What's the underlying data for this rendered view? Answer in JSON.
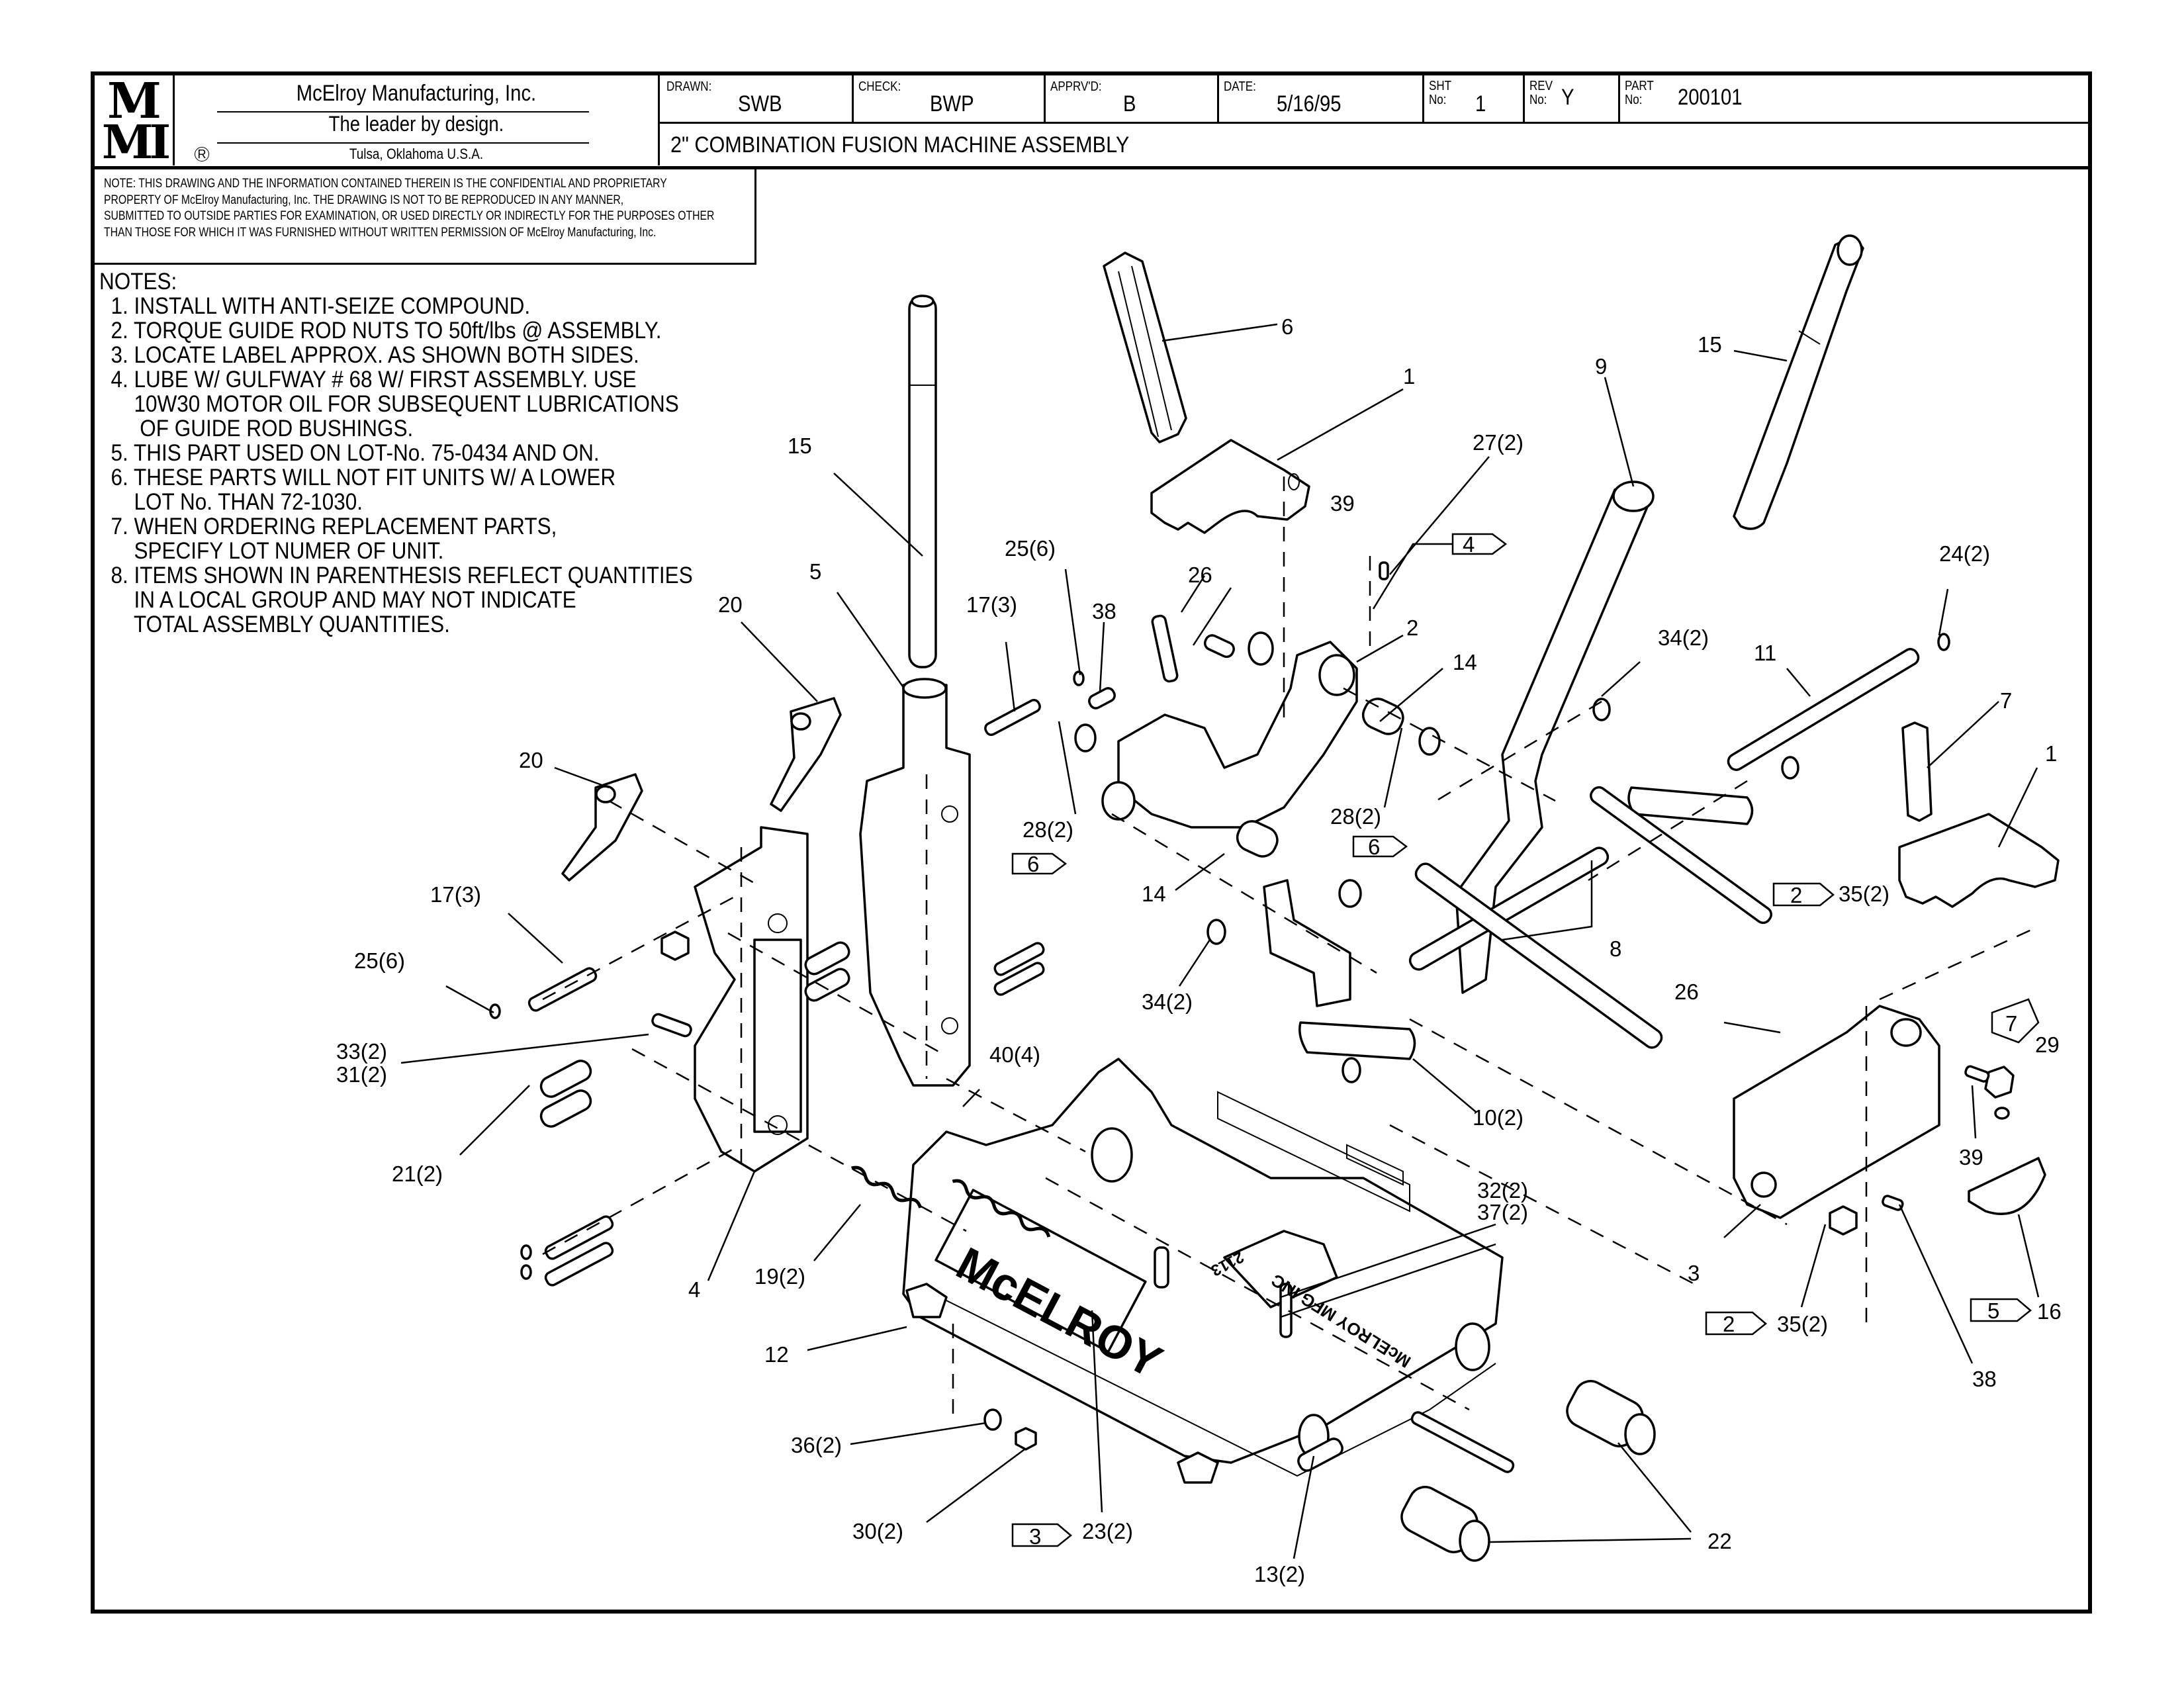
{
  "title_block": {
    "logo_line1": "M",
    "logo_line2": "MI",
    "company_name": "McElroy Manufacturing, Inc.",
    "slogan": "The leader by design.",
    "location": "Tulsa, Oklahoma U.S.A.",
    "registered_mark": "R",
    "drawn_label": "DRAWN:",
    "drawn_value": "SWB",
    "check_label": "CHECK:",
    "check_value": "BWP",
    "approved_label": "APPRV'D:",
    "approved_value": "B",
    "date_label": "DATE:",
    "date_value": "5/16/95",
    "sheet_label_1": "SHT",
    "sheet_label_2": "No:",
    "sheet_value": "1",
    "rev_label_1": "REV",
    "rev_label_2": "No:",
    "rev_value": "Y",
    "part_label_1": "PART",
    "part_label_2": "No:",
    "part_value": "200101",
    "drawing_title": "2\" COMBINATION FUSION MACHINE ASSEMBLY"
  },
  "confidentiality_note": [
    "NOTE: THIS DRAWING AND THE INFORMATION CONTAINED THEREIN IS THE CONFIDENTIAL AND PROPRIETARY",
    "PROPERTY OF McElroy Manufacturing, Inc. THE DRAWING IS NOT TO BE REPRODUCED IN ANY MANNER,",
    "SUBMITTED TO OUTSIDE PARTIES FOR EXAMINATION, OR USED DIRECTLY OR INDIRECTLY FOR THE PURPOSES OTHER",
    "THAN THOSE FOR WHICH IT WAS FURNISHED WITHOUT WRITTEN PERMISSION OF McElroy Manufacturing, Inc."
  ],
  "notes": {
    "heading": "NOTES:",
    "lines": [
      "  1. INSTALL WITH ANTI-SEIZE COMPOUND.",
      "  2. TORQUE GUIDE ROD NUTS TO 50ft/lbs @ ASSEMBLY.",
      "  3. LOCATE LABEL APPROX. AS SHOWN BOTH SIDES.",
      "  4. LUBE W/ GULFWAY # 68 W/ FIRST ASSEMBLY. USE",
      "      10W30 MOTOR OIL FOR SUBSEQUENT LUBRICATIONS",
      "       OF GUIDE ROD BUSHINGS.",
      "  5. THIS PART USED ON LOT-No. 75-0434 AND ON.",
      "  6. THESE PARTS WILL NOT FIT UNITS W/ A LOWER",
      "      LOT No. THAN 72-1030.",
      "  7. WHEN ORDERING REPLACEMENT PARTS,",
      "      SPECIFY LOT NUMER OF UNIT.",
      "  8. ITEMS SHOWN IN PARENTHESIS REFLECT QUANTITIES",
      "      IN A LOCAL GROUP AND MAY NOT INDICATE",
      "      TOTAL ASSEMBLY QUANTITIES."
    ]
  },
  "drawing": {
    "machine_label": "McELROY",
    "casting_mark": "2113",
    "side_mark": "McELROY MFG INC",
    "callouts": [
      {
        "id": "c6",
        "text": "6"
      },
      {
        "id": "c1a",
        "text": "1"
      },
      {
        "id": "c27",
        "text": "27(2)"
      },
      {
        "id": "c9",
        "text": "9"
      },
      {
        "id": "c15r",
        "text": "15"
      },
      {
        "id": "c24",
        "text": "24(2)"
      },
      {
        "id": "c15l",
        "text": "15"
      },
      {
        "id": "c39a",
        "text": "39"
      },
      {
        "id": "c26a",
        "text": "26"
      },
      {
        "id": "c2",
        "text": "2"
      },
      {
        "id": "c14a",
        "text": "14"
      },
      {
        "id": "c34a",
        "text": "34(2)"
      },
      {
        "id": "c11",
        "text": "11"
      },
      {
        "id": "c7",
        "text": "7"
      },
      {
        "id": "c1b",
        "text": "1"
      },
      {
        "id": "c25a",
        "text": "25(6)"
      },
      {
        "id": "c5",
        "text": "5"
      },
      {
        "id": "c17a",
        "text": "17(3)"
      },
      {
        "id": "c38a",
        "text": "38"
      },
      {
        "id": "c20a",
        "text": "20"
      },
      {
        "id": "c20b",
        "text": "20"
      },
      {
        "id": "c28a",
        "text": "28(2)"
      },
      {
        "id": "c28b",
        "text": "28(2)"
      },
      {
        "id": "c14b",
        "text": "14"
      },
      {
        "id": "c35a",
        "text": "35(2)"
      },
      {
        "id": "c17b",
        "text": "17(3)"
      },
      {
        "id": "c25b",
        "text": "25(6)"
      },
      {
        "id": "c34b",
        "text": "34(2)"
      },
      {
        "id": "c8",
        "text": "8"
      },
      {
        "id": "c26b",
        "text": "26"
      },
      {
        "id": "c7f",
        "text": "29"
      },
      {
        "id": "c33",
        "text": "33(2)"
      },
      {
        "id": "c31",
        "text": "31(2)"
      },
      {
        "id": "c40",
        "text": "40(4)"
      },
      {
        "id": "c10",
        "text": "10(2)"
      },
      {
        "id": "c39b",
        "text": "39"
      },
      {
        "id": "c21",
        "text": "21(2)"
      },
      {
        "id": "c32",
        "text": "32(2)"
      },
      {
        "id": "c37",
        "text": "37(2)"
      },
      {
        "id": "c3",
        "text": "3"
      },
      {
        "id": "c16",
        "text": "16"
      },
      {
        "id": "c4",
        "text": "4"
      },
      {
        "id": "c19",
        "text": "19(2)"
      },
      {
        "id": "c35b",
        "text": "35(2)"
      },
      {
        "id": "c38b",
        "text": "38"
      },
      {
        "id": "c12",
        "text": "12"
      },
      {
        "id": "c36",
        "text": "36(2)"
      },
      {
        "id": "c30",
        "text": "30(2)"
      },
      {
        "id": "c23",
        "text": "23(2)"
      },
      {
        "id": "c22",
        "text": "22"
      },
      {
        "id": "c13",
        "text": "13(2)"
      }
    ],
    "note_flags": [
      {
        "id": "f4",
        "text": "4"
      },
      {
        "id": "f6a",
        "text": "6"
      },
      {
        "id": "f6b",
        "text": "6"
      },
      {
        "id": "f2a",
        "text": "2"
      },
      {
        "id": "f7",
        "text": "7"
      },
      {
        "id": "f5",
        "text": "5"
      },
      {
        "id": "f2b",
        "text": "2"
      },
      {
        "id": "f3",
        "text": "3"
      }
    ]
  }
}
